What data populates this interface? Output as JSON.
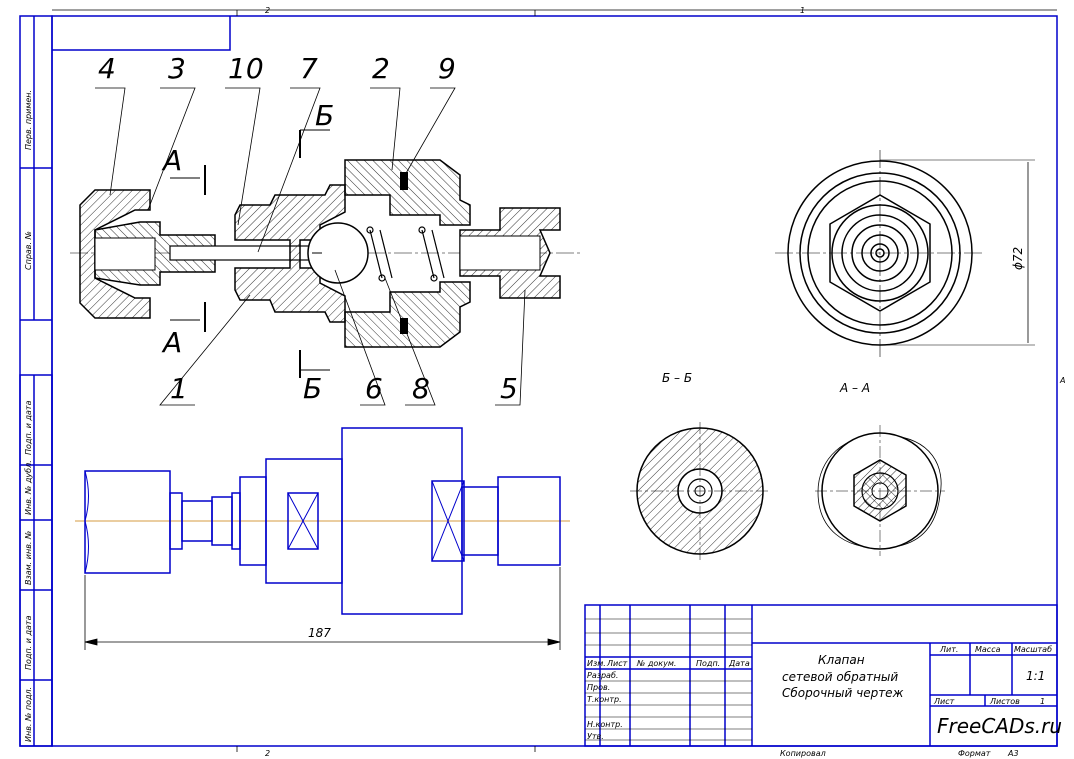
{
  "zones": {
    "top_left": "2",
    "top_right": "1",
    "bottom_left": "2",
    "right_mark": "A"
  },
  "side_labels": [
    "Перв. примен.",
    "Справ. №",
    "Подп. и дата",
    "Инв. № дубл.",
    "Взам. инв. №",
    "Подп. и дата",
    "Инв. № подл."
  ],
  "part_labels": {
    "p4": "4",
    "p3": "3",
    "p10": "10",
    "p7": "7",
    "p2": "2",
    "p9": "9",
    "p1": "1",
    "p6": "6",
    "p8": "8",
    "p5": "5"
  },
  "section_marks": {
    "a_top": "А",
    "a_bot": "А",
    "b_top": "Б",
    "b_bot": "Б"
  },
  "view_titles": {
    "bb": "Б – Б",
    "aa": "А – А"
  },
  "dims": {
    "length": "187",
    "diameter": "ϕ72"
  },
  "title_block": {
    "headers": [
      "Изм.",
      "Лист",
      "№ докум.",
      "Подп.",
      "Дата"
    ],
    "rows": [
      "Разраб.",
      "Пров.",
      "Т.контр.",
      "",
      "Н.контр.",
      "Утв."
    ],
    "name_line1": "Клапан",
    "name_line2": "сетевой обратный",
    "name_line3": "Сборочный чертеж",
    "lit": "Лит.",
    "mass": "Масса",
    "scale": "Масштаб",
    "scale_value": "1:1",
    "sheet": "Лист",
    "sheets": "Листов",
    "sheets_value": "1",
    "org": "FreeCADs.ru"
  },
  "footer": {
    "copied": "Копировал",
    "format": "Формат",
    "format_value": "A3"
  },
  "colors": {
    "line": "#000000",
    "blue": "#0000cc",
    "axis": "#c87a00",
    "hatch": "#000000"
  }
}
